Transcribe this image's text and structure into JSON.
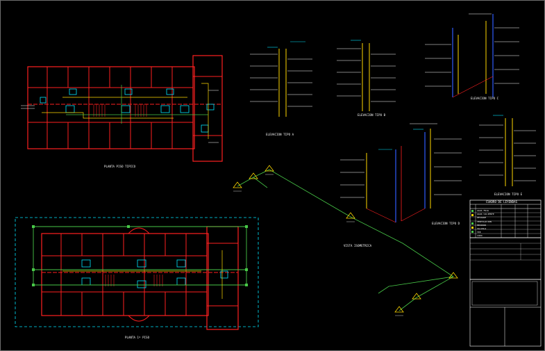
{
  "drawing": {
    "background": "#000000",
    "colors": {
      "walls": "#ff2020",
      "pipes": "#ffd800",
      "cold_water": "#00e5ff",
      "isometric": "#48c848",
      "risers": "#2e5cff",
      "text": "#ffffff"
    }
  },
  "labels": {
    "plan_top": "PLANTA PISO TIPICO",
    "plan_bottom": "PLANTA 1º PISO",
    "iso_view": "VISTA ISOMETRICA",
    "riser_a": "ELEVACION TIPO A",
    "riser_b": "ELEVACION TIPO B",
    "riser_c": "ELEVACION TIPO C",
    "riser_d": "ELEVACION TIPO D",
    "riser_e": "ELEVACION TIPO E",
    "legend_title": "CUADRO DE LEYENDAS"
  },
  "legend_rows": [
    "AGUA FRIA",
    "AGUA CALIENTE",
    "DESAGUE",
    "VENTILACION",
    "MEDIDOR",
    "VALVULA",
    "TEE",
    "CODO"
  ]
}
